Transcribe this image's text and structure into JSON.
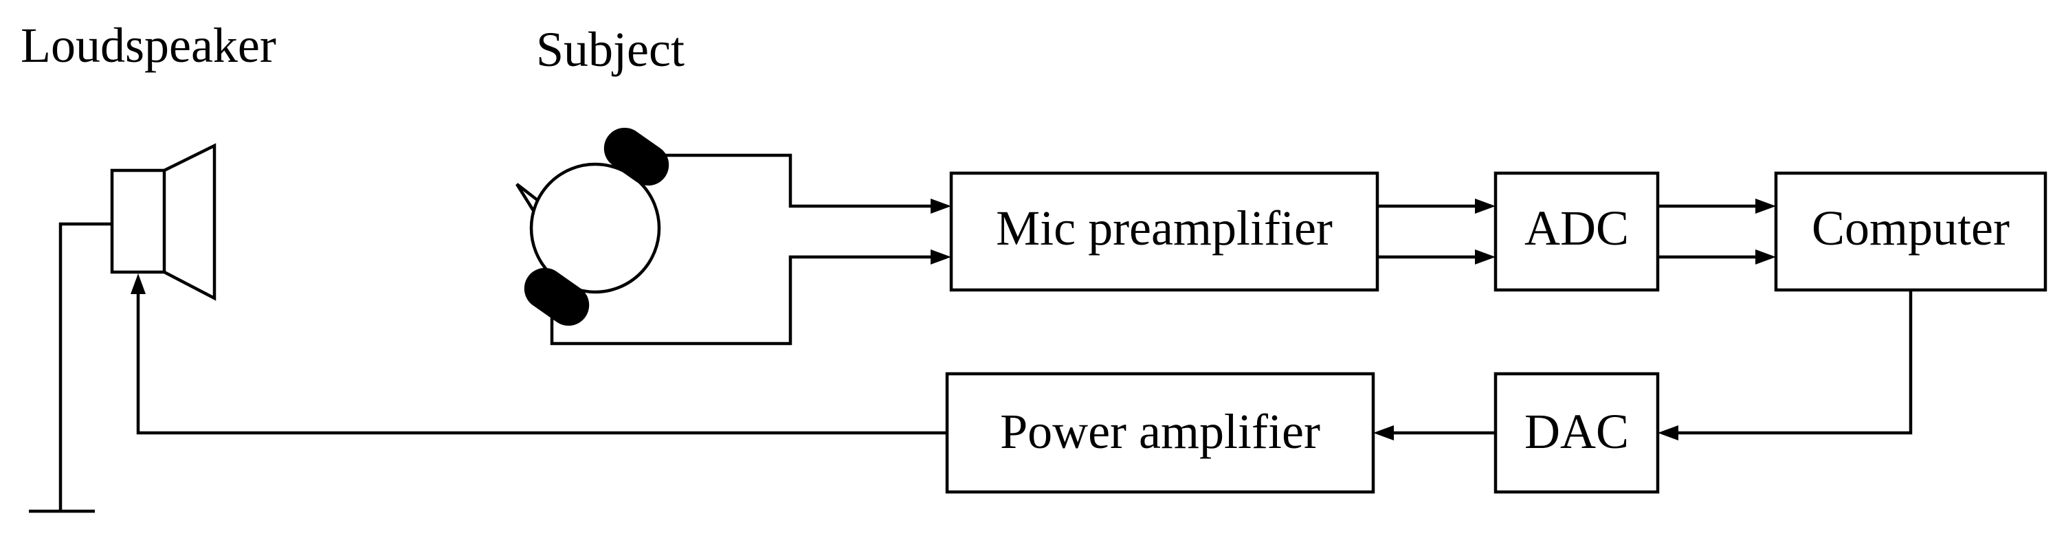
{
  "labels": {
    "loudspeaker": "Loudspeaker",
    "subject": "Subject"
  },
  "blocks": {
    "mic_preamplifier": "Mic preamplifier",
    "adc": "ADC",
    "computer": "Computer",
    "power_amplifier": "Power amplifier",
    "dac": "DAC"
  },
  "colors": {
    "stroke": "#000000",
    "background": "#ffffff"
  }
}
